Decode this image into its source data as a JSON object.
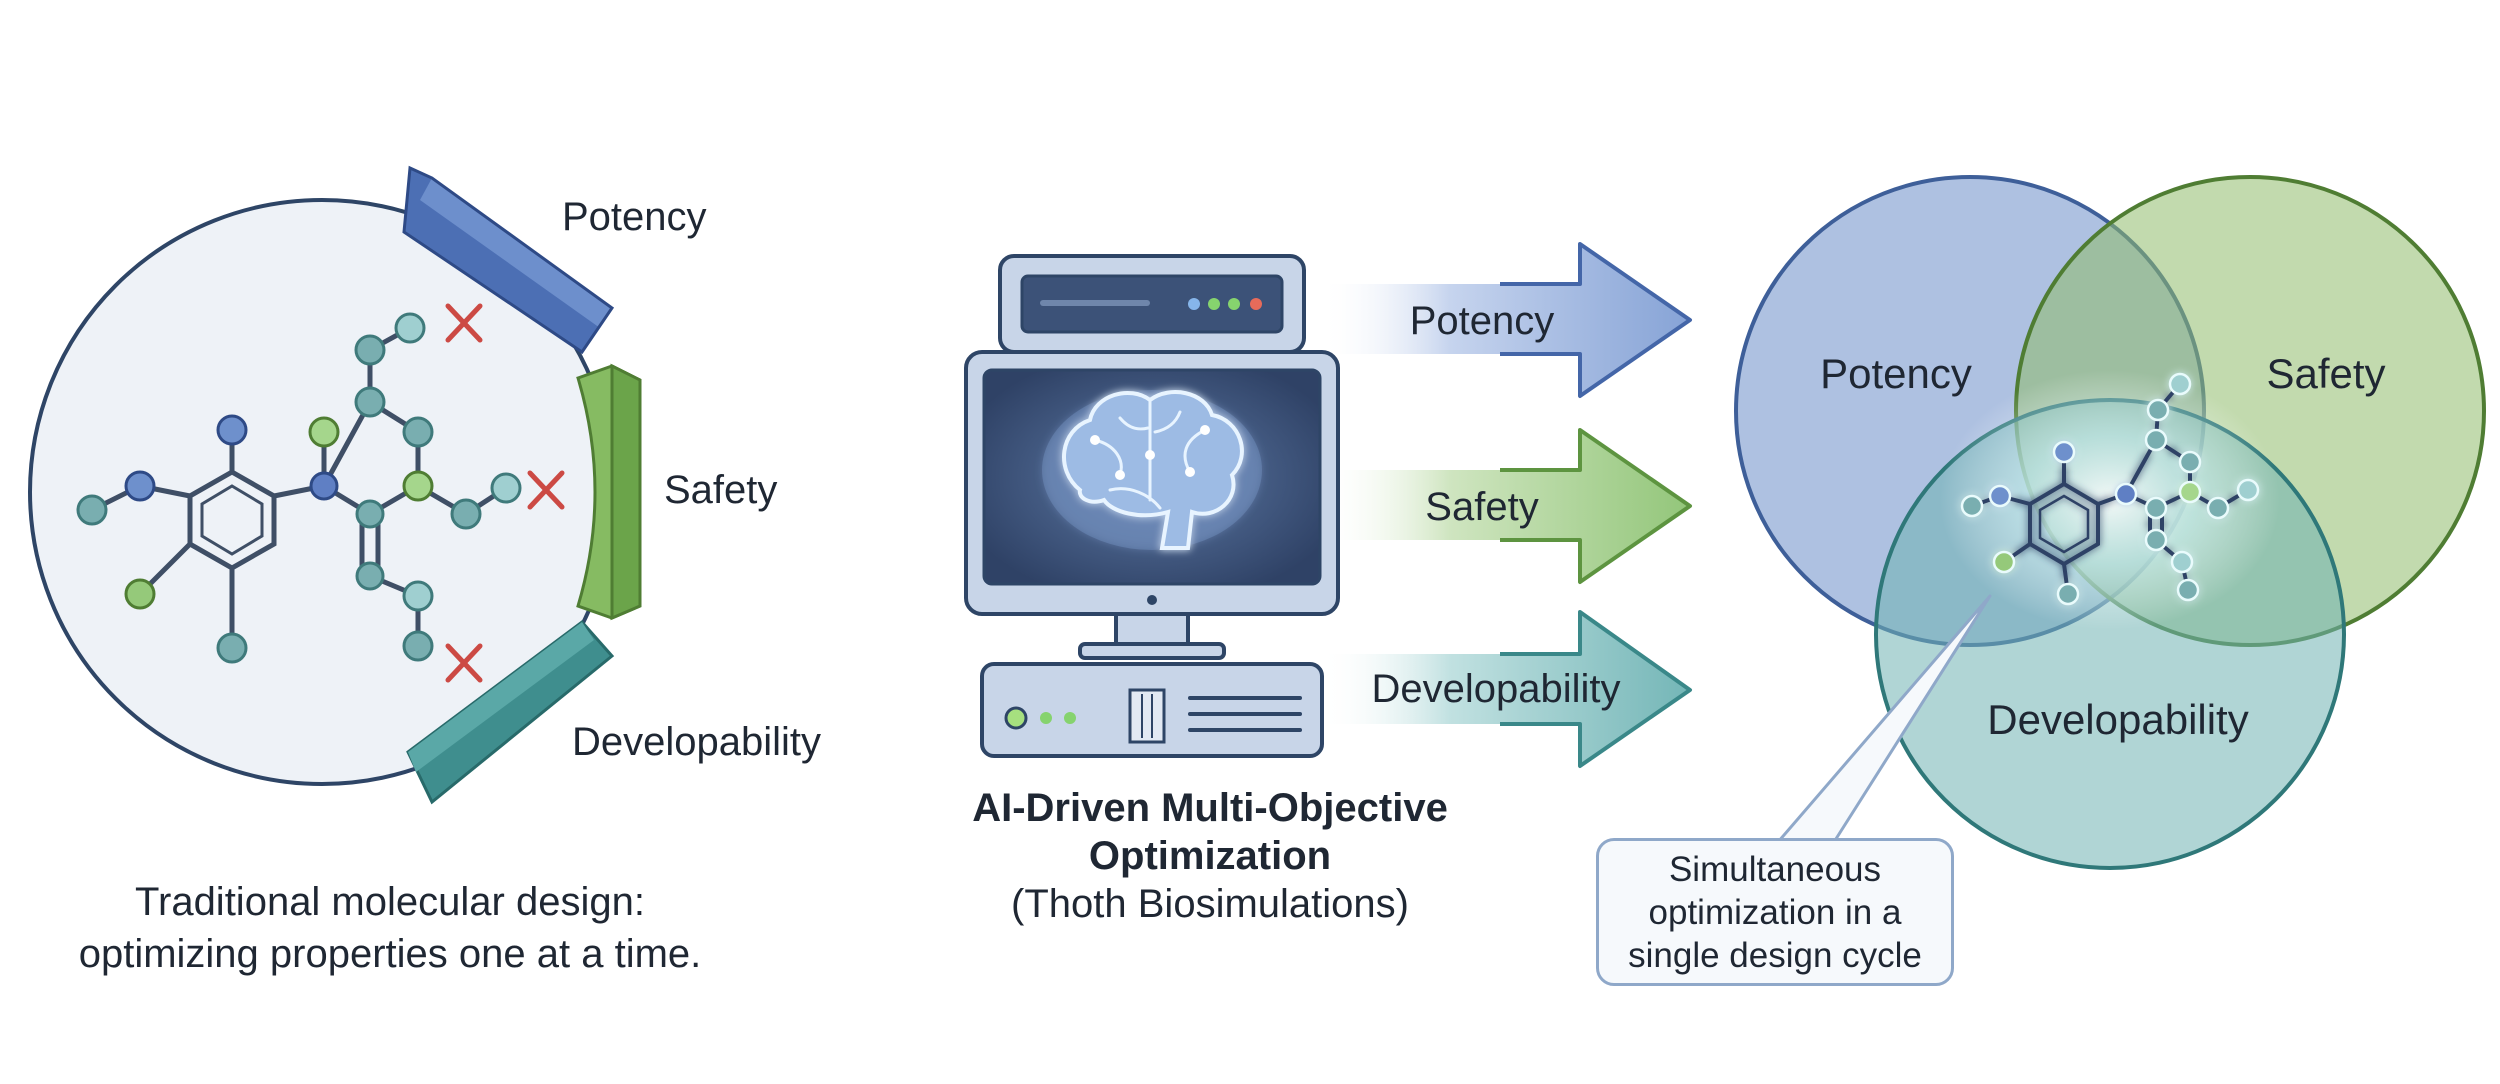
{
  "left_panel": {
    "labels": {
      "potency": "Potency",
      "safety": "Safety",
      "developability": "Developability"
    },
    "caption": {
      "line1": "Traditional molecular design:",
      "line2": "optimizing properties one at a time."
    }
  },
  "center_panel": {
    "title_line1": "AI-Driven Multi-Objective",
    "title_line2": "Optimization",
    "subtitle": "(Thoth Biosimulations)",
    "arrows": {
      "potency": "Potency",
      "safety": "Safety",
      "developability": "Developability"
    }
  },
  "right_panel": {
    "venn": {
      "potency": "Potency",
      "safety": "Safety",
      "developability": "Developability"
    },
    "callout": {
      "line1": "Simultaneous",
      "line2": "optimization in a",
      "line3": "single design cycle"
    }
  },
  "colors": {
    "potency": "#6c8fc9",
    "safety": "#7db25e",
    "developability": "#4c9ea0",
    "reject_mark": "#cc4a44"
  }
}
